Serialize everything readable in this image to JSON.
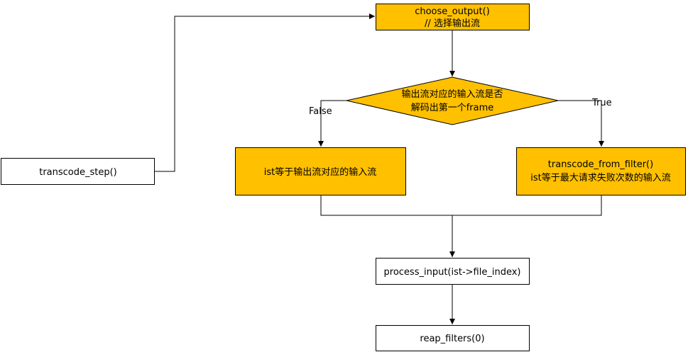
{
  "colors": {
    "process_fill": "#FFC000",
    "plain_fill": "#FFFFFF",
    "stroke": "#000000"
  },
  "nodes": {
    "transcode_step": {
      "label": "transcode_step()"
    },
    "choose_output": {
      "line1": "choose_output()",
      "line2": "// 选择输出流"
    },
    "decision": {
      "line1": "输出流对应的输入流是否",
      "line2": "解码出第一个frame"
    },
    "false_branch": {
      "label": "ist等于输出流对应的输入流"
    },
    "true_branch": {
      "line1": "transcode_from_filter()",
      "line2": "ist等于最大请求失败次数的输入流"
    },
    "process_input": {
      "label": "process_input(ist->file_index)"
    },
    "reap_filters": {
      "label": "reap_filters(0)"
    }
  },
  "edges": {
    "false_label": "False",
    "true_label": "True"
  }
}
